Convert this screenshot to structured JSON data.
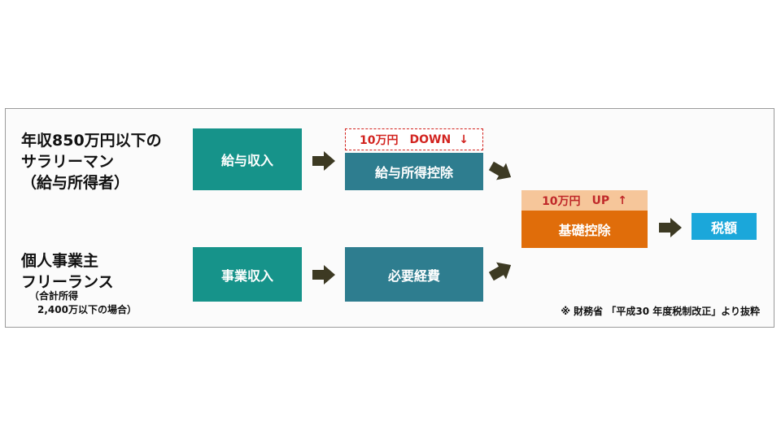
{
  "rows": {
    "employee": {
      "label_lines": [
        "年収850万円以下の",
        "サラリーマン",
        "（給与所得者）"
      ],
      "income_box": "給与収入",
      "deduction_box": "給与所得控除",
      "change": {
        "amount": "10万円",
        "direction": "DOWN",
        "arrow": "↓"
      }
    },
    "self_employed": {
      "label_lines": [
        "個人事業主",
        "フリーランス"
      ],
      "sub_lines": [
        "（合計所得",
        "2,400万以下の場合）"
      ],
      "income_box": "事業収入",
      "deduction_box": "必要経費"
    }
  },
  "basic_deduction": {
    "box": "基礎控除",
    "change": {
      "amount": "10万円",
      "direction": "UP",
      "arrow": "↑"
    }
  },
  "tax_box": "税額",
  "source_note": "※ 財務省 「平成30 年度税制改正」より抜粋",
  "colors": {
    "teal": "#16938a",
    "blue": "#2e7d8f",
    "orange": "#e06d0a",
    "cyan": "#1ba7da",
    "arrow": "#3d3a23",
    "down_red": "#d2231f",
    "up_bg": "#f6c69a"
  },
  "icons": {
    "flow_arrow": "arrow-right-icon",
    "flow_arrow_down": "arrow-diagonal-down-icon",
    "flow_arrow_up": "arrow-diagonal-up-icon"
  }
}
